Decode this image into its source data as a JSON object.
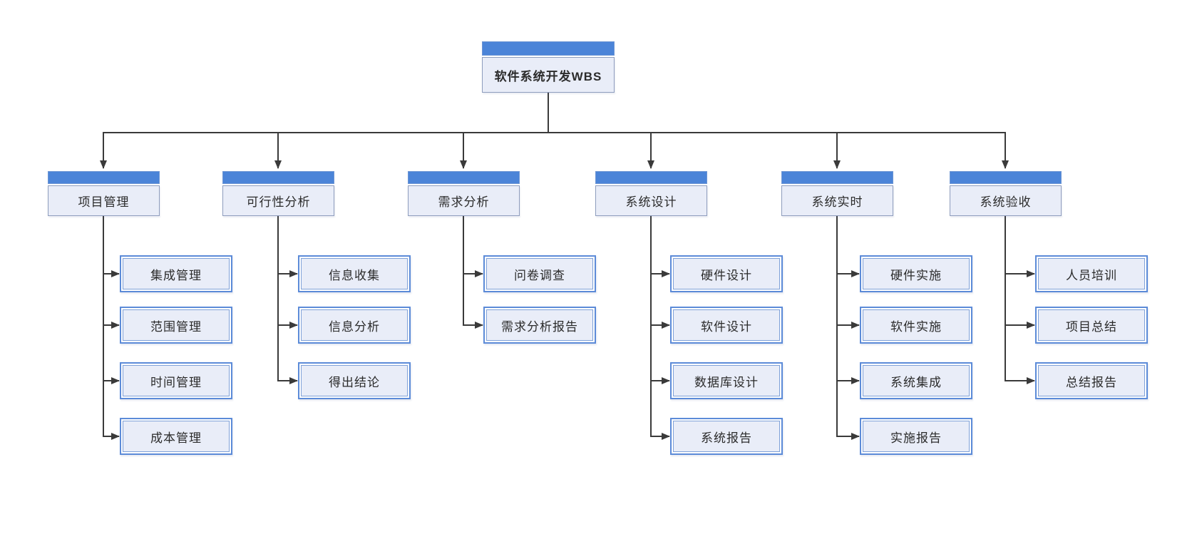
{
  "colors": {
    "header_blue": "#4b84d8",
    "node_fill": "#e9edf8",
    "child_border": "#5c8bd8",
    "child_inner_border": "#7fa1d8",
    "branch_border": "#8e9dbd",
    "bar_border": "#6e96d4",
    "line": "#3a3a3a",
    "text": "#2b2b2b"
  },
  "tree": {
    "root": {
      "label": "软件系统开发WBS"
    },
    "branches": [
      {
        "label": "项目管理",
        "children": [
          "集成管理",
          "范围管理",
          "时间管理",
          "成本管理"
        ]
      },
      {
        "label": "可行性分析",
        "children": [
          "信息收集",
          "信息分析",
          "得出结论"
        ]
      },
      {
        "label": "需求分析",
        "children": [
          "问卷调查",
          "需求分析报告"
        ]
      },
      {
        "label": "系统设计",
        "children": [
          "硬件设计",
          "软件设计",
          "数据库设计",
          "系统报告"
        ]
      },
      {
        "label": "系统实时",
        "children": [
          "硬件实施",
          "软件实施",
          "系统集成",
          "实施报告"
        ]
      },
      {
        "label": "系统验收",
        "children": [
          "人员培训",
          "项目总结",
          "总结报告"
        ]
      }
    ]
  }
}
